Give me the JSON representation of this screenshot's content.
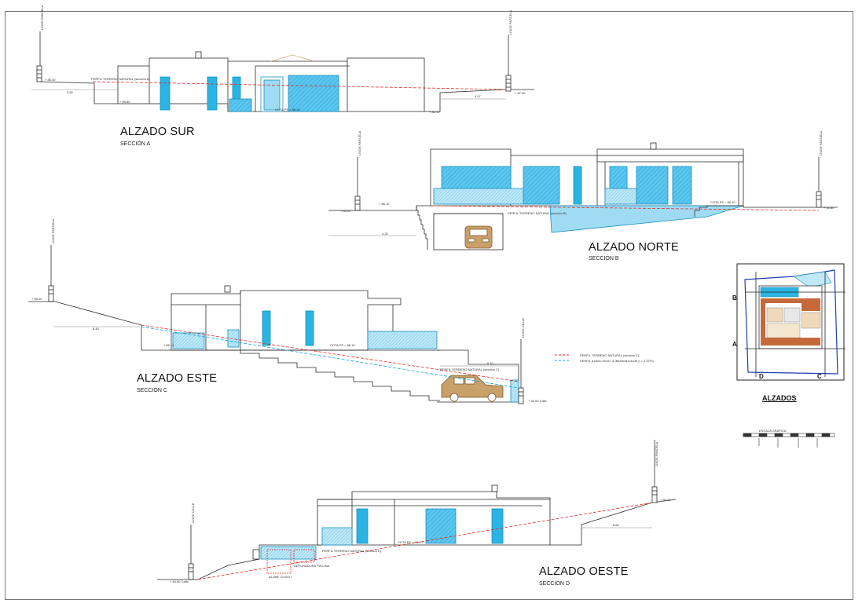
{
  "elevations": {
    "sur": {
      "title": "ALZADO SUR",
      "subtitle": "SECCIÓN A"
    },
    "norte": {
      "title": "ALZADO NORTE",
      "subtitle": "SECCIÓN B"
    },
    "este": {
      "title": "ALZADO ESTE",
      "subtitle": "SECCIÓN C"
    },
    "oeste": {
      "title": "ALZADO OESTE",
      "subtitle": "SECCIÓN D"
    }
  },
  "annotations": {
    "lindero_parcela": "LINDE PARCELA",
    "lindero_calle": "LINDE CALLE",
    "perfil_a": "PERFIL TERRENO NATURAL (sección A)",
    "perfil_b": "PERFIL TERRENO NATURAL (sección B)",
    "perfil_c": "PERFIL TERRENO NATURAL (sección C)",
    "perfil_d": "PERFIL TERRENO NATURAL (sección D)",
    "cota_ps": "COTA PS = 86.10",
    "depuradora": "DEPURADORA PISCINA",
    "aljibe": "ALJIBE 10.000 l",
    "escala": "ESCALA GRÁFICA"
  },
  "levels": {
    "sur_left": "+ 86.30",
    "sur_left_low": "+ 85.80",
    "sur_right": "+ 87.50",
    "sur_mid": "+ 86.10",
    "norte_left": "+ 86.00",
    "norte_mid": "+ 86.10",
    "norte_right": "+ 83.80",
    "este_left": "+ 89.20",
    "este_mid": "+ 86.10",
    "este_calle": "+ 82.00 Calle",
    "oeste_calle": "+ 83.50 Calle",
    "oeste_right": "+ 88.40"
  },
  "dimensions": {
    "d1": "3.50",
    "d2": "4.07",
    "d3": "3.00",
    "d4": "4.20",
    "d5": "8.40",
    "d6": "6.10",
    "d7": "8.60"
  },
  "legend": {
    "items": [
      {
        "label": "PERFIL TERRENO NATURAL (sección C)",
        "color": "#e0302a"
      },
      {
        "label": "PERFIL a inicio recorr. a  distancia a linde (i = 2.37%)",
        "color": "#1aa3d8"
      }
    ]
  },
  "key_plan": {
    "title": "ALZADOS",
    "labels": {
      "a": "A",
      "b": "B",
      "c": "C",
      "d": "D"
    }
  },
  "colors": {
    "glass": "#2bb4e3",
    "glass_light": "#9fdcf3",
    "terrain_red": "#e0302a",
    "terrain_blue": "#1aa3d8",
    "line": "#2a2a2a",
    "car": "#c9a06a"
  }
}
